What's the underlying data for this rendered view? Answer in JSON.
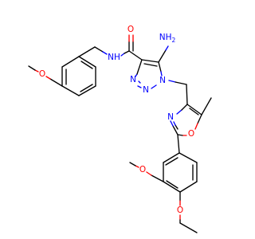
{
  "colors": {
    "bond": "#000000",
    "nitrogen": "#0000FF",
    "oxygen": "#FF0000",
    "background": "#FFFFFF"
  },
  "atom_labels": {
    "amine_nh2": "NH",
    "amine_sub2": "2",
    "amide_o": "O",
    "amide_nh": "NH",
    "triazole_n1": "N",
    "triazole_n2": "N",
    "triazole_n3": "N",
    "anisole_o": "O",
    "oxazole_n": "N",
    "oxazole_o": "O",
    "ring_methoxy_o": "O",
    "ethoxy_o": "O"
  }
}
